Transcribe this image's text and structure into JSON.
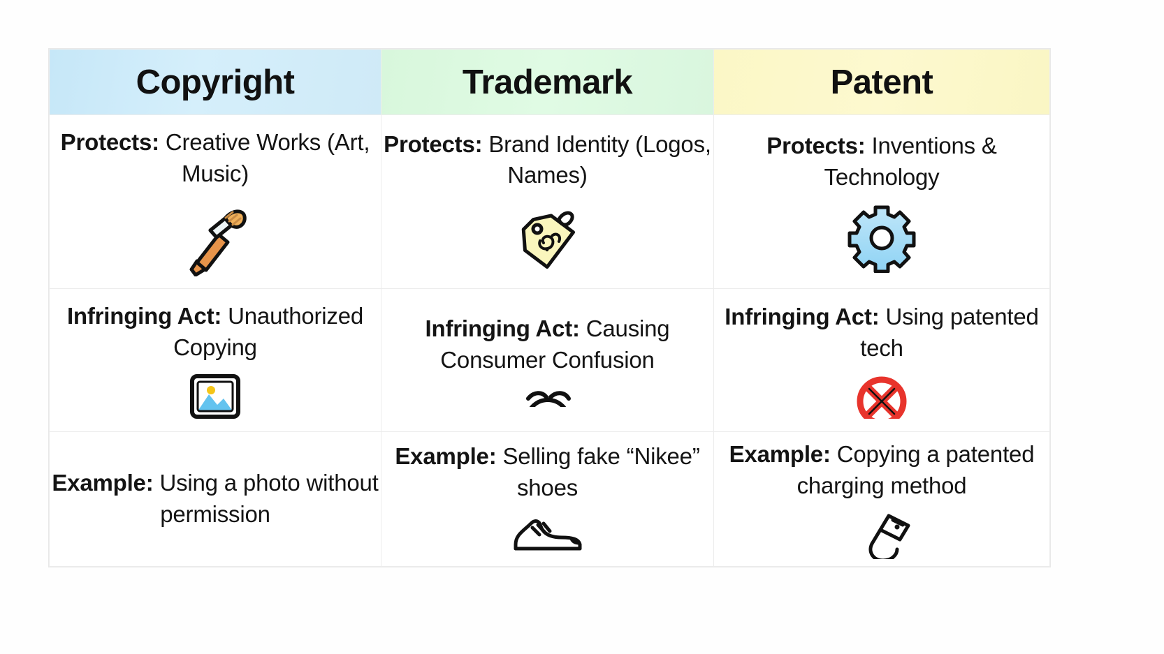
{
  "table": {
    "headers": [
      {
        "label": "Copyright",
        "accent": "#cfeaf7"
      },
      {
        "label": "Trademark",
        "accent": "#ddf9e1"
      },
      {
        "label": "Patent",
        "accent": "#fbf7c8"
      }
    ],
    "rows": [
      {
        "key": "protects",
        "cells": [
          {
            "label": "Protects:",
            "value": "Creative Works (Art, Music)",
            "icon": "paintbrush-icon"
          },
          {
            "label": "Protects:",
            "value": "Brand Identity (Logos, Names)",
            "icon": "price-tag-icon"
          },
          {
            "label": "Protects:",
            "value": "Inventions & Technology",
            "icon": "gear-icon"
          }
        ]
      },
      {
        "key": "infringing-act",
        "cells": [
          {
            "label": "Infringing Act:",
            "value": "Unauthorized Copying",
            "icon": "photo-icon"
          },
          {
            "label": "Infringing Act:",
            "value": "Causing Consumer Confusion",
            "icon": "confused-face-icon"
          },
          {
            "label": "Infringing Act:",
            "value": "Using patented tech",
            "icon": "prohibited-icon"
          }
        ]
      },
      {
        "key": "example",
        "cells": [
          {
            "label": "Example:",
            "value": "Using a photo without permission",
            "icon": "none"
          },
          {
            "label": "Example:",
            "value": "Selling fake “Nikee” shoes",
            "icon": "sneaker-icon"
          },
          {
            "label": "Example:",
            "value": "Copying a patented charging method",
            "icon": "usb-cable-icon"
          }
        ]
      }
    ]
  },
  "colors": {
    "background": "#fefefe",
    "grid_line": "#ececec",
    "text": "#141414",
    "brush_handle": "#e8944a",
    "brush_bristle": "#f0b05a",
    "tag_fill": "#faf6bd",
    "gear_fill": "#a9dcf5",
    "photo_sky": "#63c3ef",
    "photo_sun": "#f5c518",
    "prohibited_red": "#e8342c"
  }
}
